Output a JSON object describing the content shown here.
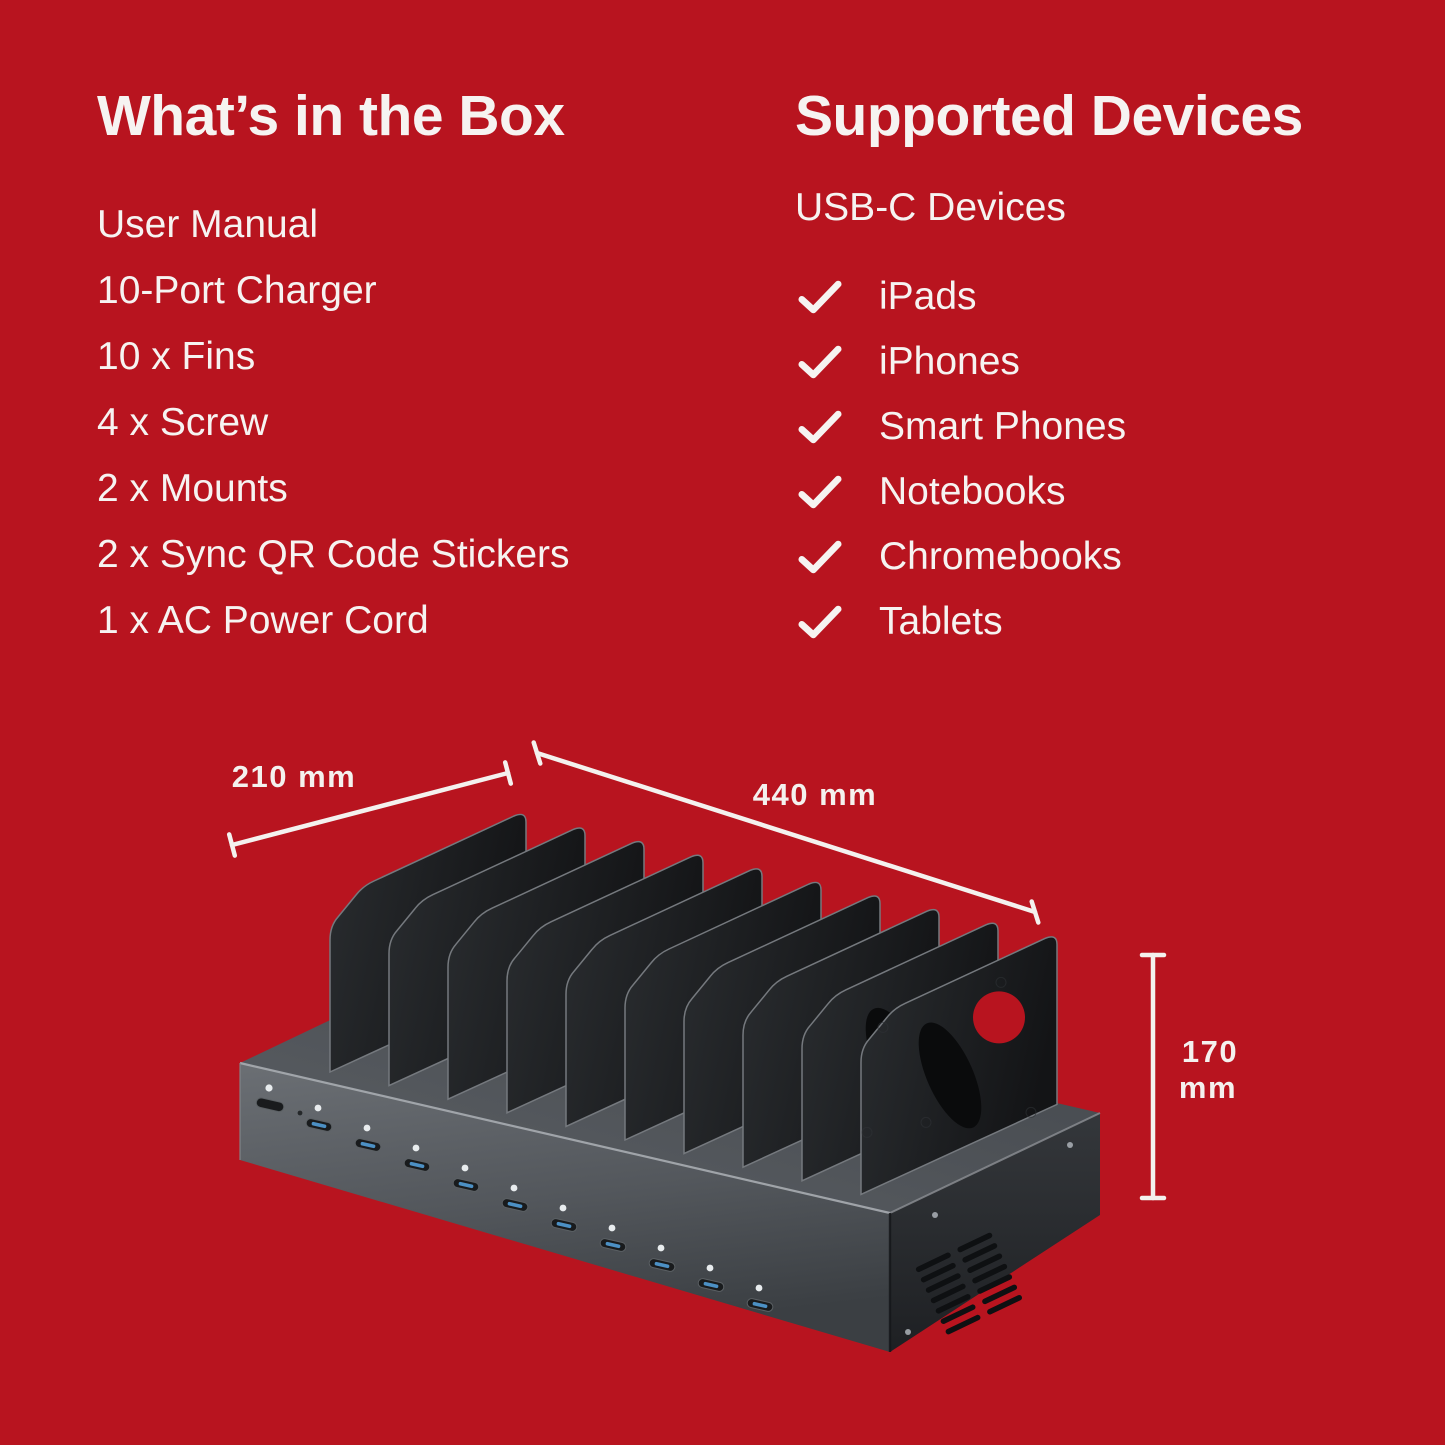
{
  "page": {
    "background_color": "#b8141f",
    "text_color": "#f6f3f1",
    "dimension_line_color": "#f4f1ee"
  },
  "whats_in_the_box": {
    "title": "What’s in the Box",
    "items": [
      "User Manual",
      "10-Port Charger",
      "10 x Fins",
      "4 x Screw",
      "2 x Mounts",
      "2 x Sync QR Code Stickers",
      "1 x AC Power Cord"
    ]
  },
  "supported_devices": {
    "title": "Supported Devices",
    "subtitle": "USB-C Devices",
    "check_icon": "✓",
    "items": [
      "iPads",
      "iPhones",
      "Smart Phones",
      "Notebooks",
      "Chromebooks",
      "Tablets"
    ]
  },
  "product_diagram": {
    "dimensions": {
      "depth": {
        "label": "210 mm",
        "value": "210",
        "unit": "mm"
      },
      "width": {
        "label": "440 mm",
        "value": "440",
        "unit": "mm"
      },
      "height": {
        "value": "170",
        "unit": "mm"
      }
    }
  }
}
